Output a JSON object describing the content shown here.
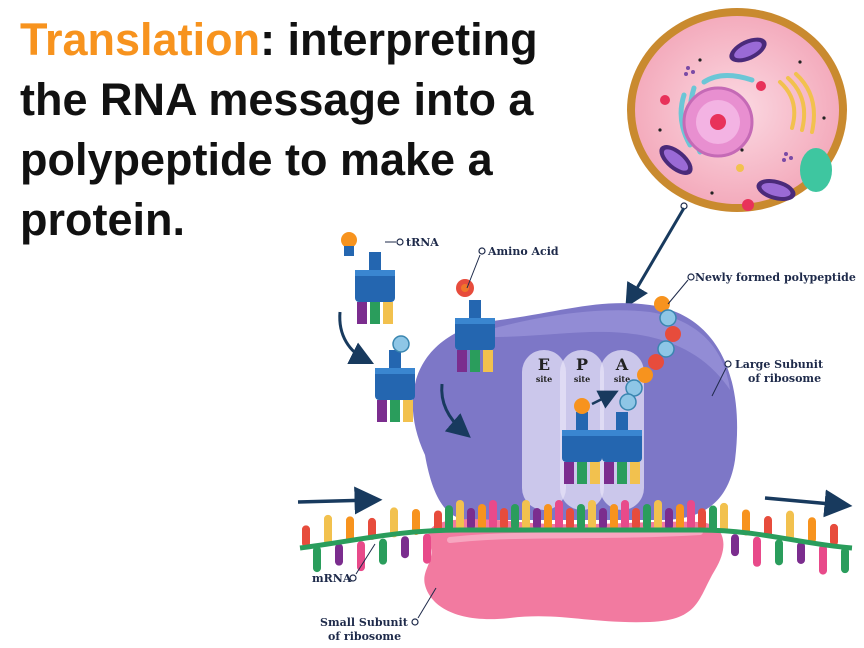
{
  "title": {
    "highlight": "Translation",
    "rest": ": interpreting the RNA message into a polypeptide to make a protein."
  },
  "labels": {
    "trna": "tRNA",
    "amino_acid": "Amino Acid",
    "polypeptide": "Newly formed polypeptide",
    "large_subunit_1": "Large Subunit",
    "large_subunit_2": "of ribosome",
    "mrna": "mRNA",
    "small_subunit_1": "Small Subunit",
    "small_subunit_2": "of ribosome"
  },
  "sites": [
    {
      "letter": "E",
      "word": "site"
    },
    {
      "letter": "P",
      "word": "site"
    },
    {
      "letter": "A",
      "word": "site"
    }
  ],
  "colors": {
    "highlight": "#f7931e",
    "large_subunit": "#7d77c7",
    "small_subunit": "#f27aa0",
    "trna_body": "#2466b0",
    "mrna_backbone": "#2a9d5c",
    "arrow": "#183a5e"
  }
}
